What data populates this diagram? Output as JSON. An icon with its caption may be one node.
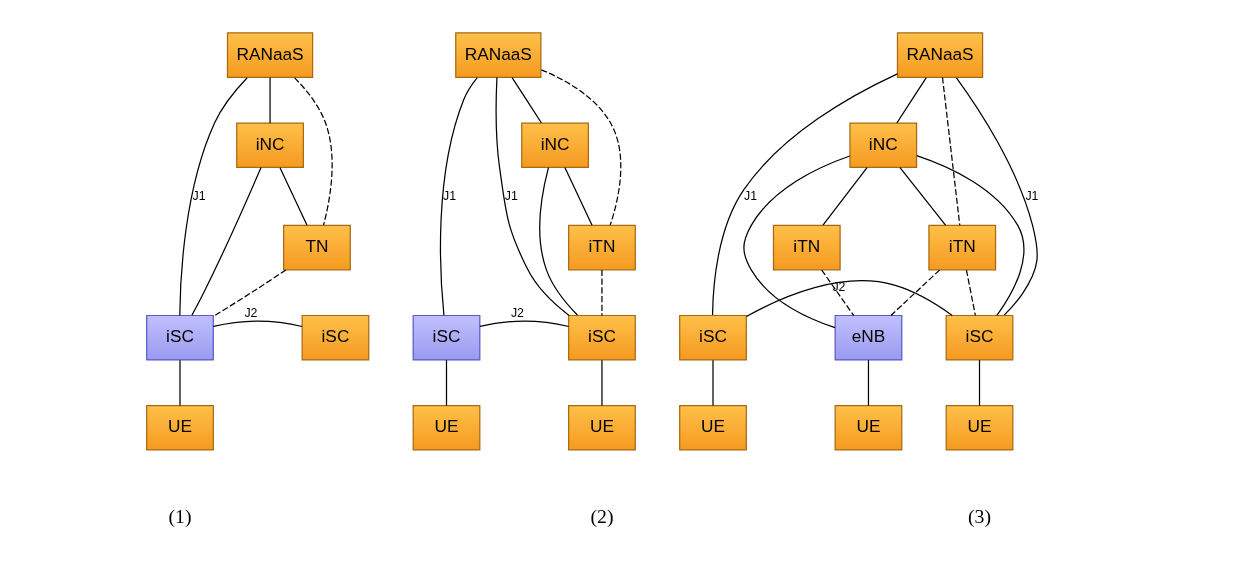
{
  "diagram": {
    "nodes": [
      {
        "text": [
          "RANaaS"
        ]
      },
      {
        "text": [
          "iNC"
        ]
      },
      {
        "text": [
          "TN"
        ]
      },
      {
        "text": [
          "iSC"
        ]
      },
      {
        "text": [
          "iSC"
        ]
      },
      {
        "text": [
          "UE"
        ]
      },
      {
        "text": [
          "RANaaS"
        ]
      },
      {
        "text": [
          "iNC"
        ]
      },
      {
        "text": [
          "iTN"
        ]
      },
      {
        "text": [
          "iSC"
        ]
      },
      {
        "text": [
          "iSC"
        ]
      },
      {
        "text": [
          "UE"
        ]
      },
      {
        "text": [
          "UE"
        ]
      },
      {
        "text": [
          "RANaaS"
        ]
      },
      {
        "text": [
          "iNC"
        ]
      },
      {
        "text": [
          "iTN"
        ]
      },
      {
        "text": [
          "iTN"
        ]
      },
      {
        "text": [
          "iSC"
        ]
      },
      {
        "text": [
          "iSC"
        ]
      },
      {
        "text": [
          "eNB"
        ]
      },
      {
        "text": [
          "UE"
        ]
      },
      {
        "text": [
          "UE"
        ]
      },
      {
        "text": [
          "UE"
        ]
      }
    ],
    "edges": [
      {
        "from": 0,
        "to": 1,
        "arrow": "none"
      },
      {
        "from": 0,
        "to": 3,
        "arrow": "none",
        "label": "J1"
      },
      {
        "from": 0,
        "to": 2,
        "arrow": "none",
        "style": "dashed"
      },
      {
        "from": 1,
        "to": 2,
        "arrow": "none"
      },
      {
        "from": 1,
        "to": 3,
        "arrow": "none"
      },
      {
        "from": 2,
        "to": 3,
        "arrow": "none",
        "style": "dashed"
      },
      {
        "from": 3,
        "to": 4,
        "arrow": "none",
        "label": "J2"
      },
      {
        "from": 3,
        "to": 5,
        "arrow": "none"
      },
      {
        "from": 6,
        "to": 7,
        "arrow": "none"
      },
      {
        "from": 6,
        "to": 9,
        "arrow": "none",
        "label": "J1"
      },
      {
        "from": 6,
        "to": 8,
        "arrow": "none",
        "style": "dashed"
      },
      {
        "from": 6,
        "to": 10,
        "arrow": "none",
        "label": "J1"
      },
      {
        "from": 7,
        "to": 8,
        "arrow": "none"
      },
      {
        "from": 7,
        "to": 9,
        "arrow": "none"
      },
      {
        "from": 8,
        "to": 9,
        "arrow": "none",
        "style": "dashed"
      },
      {
        "from": 9,
        "to": 10,
        "arrow": "none",
        "label": "J2"
      },
      {
        "from": 9,
        "to": 11,
        "arrow": "none"
      },
      {
        "from": 10,
        "to": 12,
        "arrow": "none"
      },
      {
        "from": 13,
        "to": 14,
        "arrow": "none"
      },
      {
        "from": 13,
        "to": 17,
        "arrow": "none",
        "label": "J1"
      },
      {
        "from": 13,
        "to": 15,
        "arrow": "none",
        "style": "dashed"
      },
      {
        "from": 13,
        "to": 18,
        "arrow": "none",
        "label": "J1"
      },
      {
        "from": 14,
        "to": 16,
        "arrow": "none"
      },
      {
        "from": 14,
        "to": 15,
        "arrow": "none"
      },
      {
        "from": 14,
        "to": 19,
        "arrow": "none"
      },
      {
        "from": 14,
        "to": 17,
        "arrow": "none"
      },
      {
        "from": 15,
        "to": 17,
        "arrow": "none",
        "style": "dashed"
      },
      {
        "from": 15,
        "to": 19,
        "arrow": "none",
        "style": "dashed"
      },
      {
        "from": 16,
        "to": 19,
        "arrow": "none",
        "style": "dashed"
      },
      {
        "from": 17,
        "to": 18,
        "arrow": "none",
        "label": "J2"
      },
      {
        "from": 17,
        "to": 20,
        "arrow": "none"
      },
      {
        "from": 18,
        "to": 21,
        "arrow": "none"
      },
      {
        "from": 19,
        "to": 22,
        "arrow": "none"
      }
    ],
    "labels": [
      "(1)",
      "(2)",
      "(3)"
    ]
  }
}
